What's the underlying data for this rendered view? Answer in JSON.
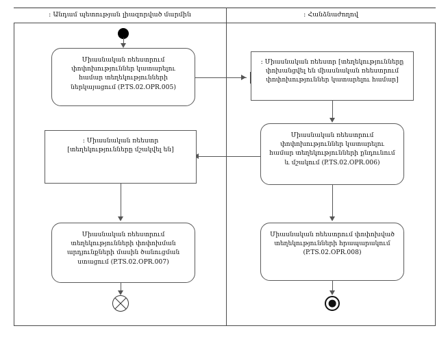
{
  "diagram": {
    "type": "uml-activity-diagram",
    "lanes": [
      {
        "id": "member-state",
        "title": ": Անդամ պետության լիազորված մարմին"
      },
      {
        "id": "commission",
        "title": ": Հանձնաժողով"
      }
    ],
    "nodes": {
      "start": {
        "kind": "initial-node",
        "lane": "member-state"
      },
      "action_005": {
        "kind": "action",
        "lane": "member-state",
        "text": "Միասնական ռեեստրում փոփոխություններ կատարելու համար տեղեկությունների ներկայացում (P.TS.02.OPR.005)"
      },
      "object_transferred": {
        "kind": "object-node",
        "lane": "commission",
        "text": ": Միասնական ռեեստր [տեղեկությունները փոխանցվել են  միասնական ռեեստրում փոփոխություններ կատարելու համար]"
      },
      "action_006": {
        "kind": "action",
        "lane": "commission",
        "text": "Միասնական ռեեստրում փոփոխություններ կատարելու համար տեղեկությունների ընդունում և մշակում (P.TS.02.OPR.006)"
      },
      "object_processed": {
        "kind": "object-node",
        "lane": "member-state",
        "text": ": Միասնական ռեեստր [տեղեկությունները մշակվել են]"
      },
      "action_007": {
        "kind": "action",
        "lane": "member-state",
        "text": "Միասնական ռեեստրում տեղեկությունների փոփոխման արդյունքների մասին ծանուցման ստացում (P.TS.02.OPR.007)"
      },
      "action_008": {
        "kind": "action",
        "lane": "commission",
        "text": "Միասնական ռեեստրում փոփոխված տեղեկությունների հրապարակում (P.TS.02.OPR.008)"
      },
      "flow_final": {
        "kind": "flow-final-node",
        "lane": "member-state"
      },
      "activity_final": {
        "kind": "activity-final-node",
        "lane": "commission"
      }
    },
    "edges": [
      {
        "from": "start",
        "to": "action_005"
      },
      {
        "from": "action_005",
        "to": "object_transferred"
      },
      {
        "from": "object_transferred",
        "to": "action_006"
      },
      {
        "from": "action_006",
        "to": "object_processed"
      },
      {
        "from": "action_006",
        "to": "action_008"
      },
      {
        "from": "object_processed",
        "to": "action_007"
      },
      {
        "from": "action_007",
        "to": "flow_final"
      },
      {
        "from": "action_008",
        "to": "activity_final"
      }
    ],
    "colors": {
      "background": "#ffffff",
      "stroke": "#555555",
      "lane_stroke": "#4a4a4a",
      "text": "#111111",
      "node_fill": "#ffffff"
    }
  }
}
